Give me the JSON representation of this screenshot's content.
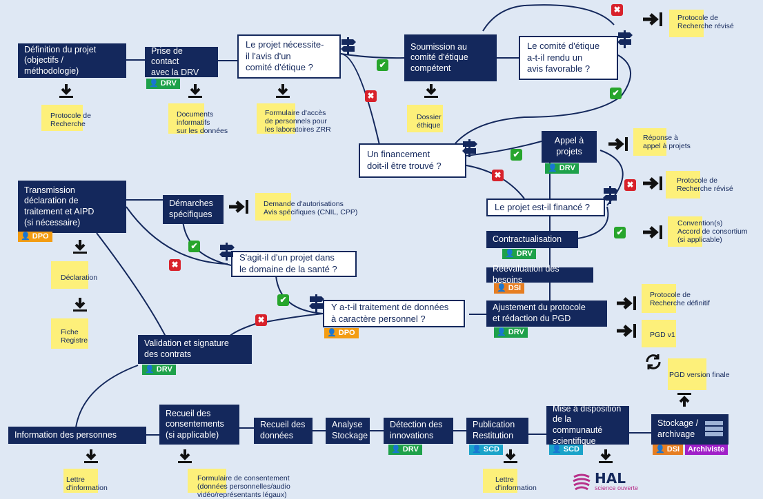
{
  "nodes": {
    "definition": "Définition du projet\n(objectifs / méthodologie)",
    "prise_contact": "Prise de contact\navec la DRV",
    "q_avis": "Le projet nécessite-\nil l'avis d'un\ncomité d'étique ?",
    "soumission": "Soumission au\ncomité d'étique\ncompétent",
    "q_favorable": "Le comité d'étique\na-t-il rendu un\navis favorable ?",
    "q_financement": "Un financement\ndoit-il être trouvé ?",
    "appel": "Appel à\nprojets",
    "q_finance": "Le projet est-il financé ?",
    "contractualisation": "Contractualisation",
    "reevaluation": "Réévaluation des besoins",
    "ajustement": "Ajustement du protocole\net rédaction du PGD",
    "transmission": "Transmission\ndéclaration de\ntraitement et AIPD\n(si nécessaire)",
    "demarches": "Démarches\nspécifiques",
    "q_sante": "S'agit-il d'un projet dans\nle domaine de la santé ?",
    "q_donnees": "Y a-t-il traitement de données\nà caractère personnel ?",
    "validation": "Validation et signature\ndes contrats",
    "information": "Information des personnes",
    "recueil_consent": "Recueil des\nconsentements\n(si applicable)",
    "recueil_donnees": "Recueil  des\ndonnées",
    "analyse": "Analyse\nStockage",
    "detection": "Détection des\ninnovations",
    "publication": "Publication\nRestitution",
    "mise_dispo": "Mise à disposition\nde la communauté\nscientifique",
    "stockage": "Stockage /\narchivage"
  },
  "documents": {
    "protocole": "Protocole de\nRecherche",
    "documents_info": "Documents\ninformatifs\nsur les données",
    "formulaire_acces": "Formulaire d'accès\nde personnels pour\nles laboratoires ZRR",
    "dossier": "Dossier\néthique",
    "protocole_revise_1": "Protocole de\nRecherche révisé",
    "reponse_appel": "Réponse à\nappel à projets",
    "protocole_revise_2": "Protocole de\nRecherche révisé",
    "convention": "Convention(s)\nAccord de consortium\n(si applicable)",
    "protocole_definitif": "Protocole de\nRecherche définitif",
    "pgd_v1": "PGD v1",
    "pgd_finale": "PGD version finale",
    "demande_autorisations": "Demande d'autorisations\nAvis spécifiques (CNIL, CPP)",
    "declaration": "Déclaration",
    "fiche_registre": "Fiche\nRegistre",
    "lettre_info_1": "Lettre\nd'information",
    "formulaire_consent": "Formulaire de consentement\n(données personnelles/audio\nvidéo/représentants légaux)",
    "lettre_info_2": "Lettre\nd'information"
  },
  "badges": {
    "drv": "DRV",
    "dpo": "DPO",
    "dsi": "DSI",
    "scd": "SCD",
    "archiviste": "Archiviste"
  },
  "logo": {
    "name": "HAL",
    "tagline": "science ouverte"
  },
  "colors": {
    "node": "#14285c",
    "background": "#dfe8f4",
    "document": "#fdf07a",
    "yes": "#27a52c",
    "no": "#d8222b",
    "drv": "#1ea14a",
    "dpo": "#f39c12",
    "scd": "#1aa3c9",
    "archiviste": "#a020c8"
  }
}
